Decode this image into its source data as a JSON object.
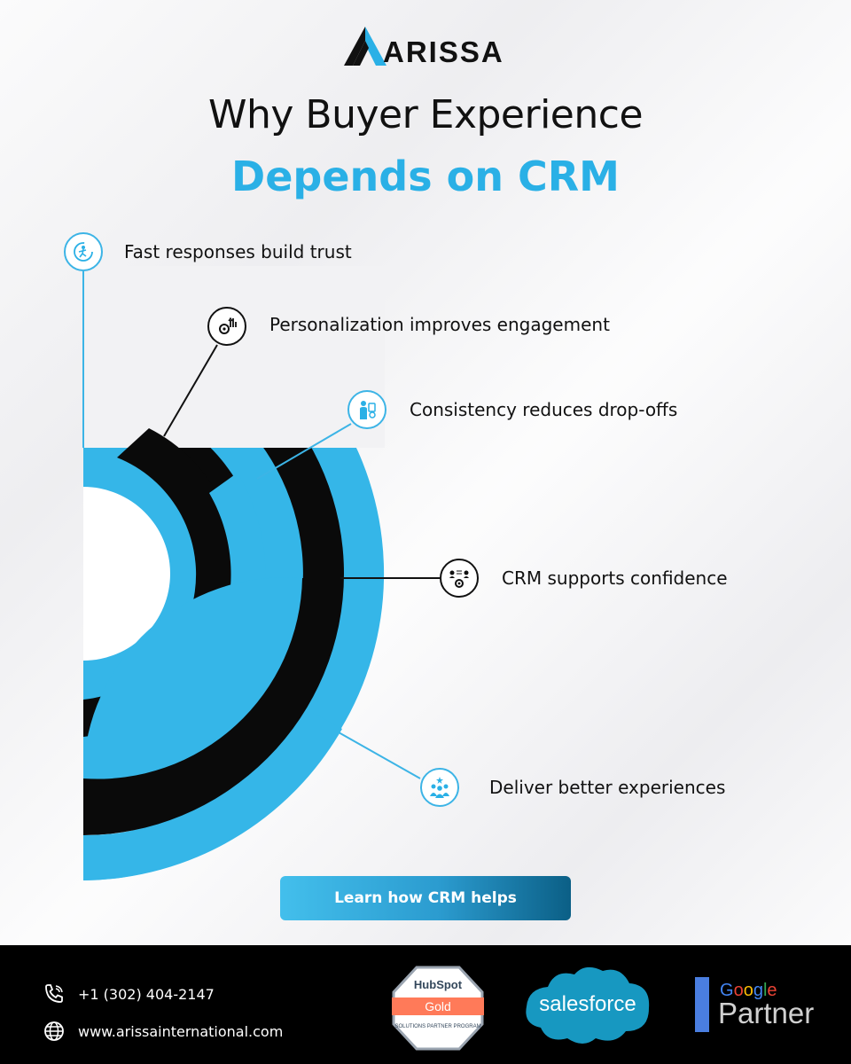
{
  "brand": {
    "name": "ARISSA",
    "accent": "#2ab0e6",
    "dark": "#000000"
  },
  "headline": {
    "line1": "Why Buyer Experience",
    "line2": "Depends on CRM"
  },
  "items": [
    {
      "label": "Fast responses build trust",
      "icon": "speed-timer-icon"
    },
    {
      "label": "Personalization improves engagement",
      "icon": "gear-growth-icon"
    },
    {
      "label": "Consistency reduces drop-offs",
      "icon": "person-settings-icon"
    },
    {
      "label": "CRM supports confidence",
      "icon": "network-gear-icon"
    },
    {
      "label": "Deliver better experiences",
      "icon": "team-stars-icon"
    }
  ],
  "cta": {
    "label": "Learn how CRM helps"
  },
  "footer": {
    "phone": "+1 (302) 404-2147",
    "website": "www.arissainternational.com",
    "hubspot": {
      "brand": "HubSpot",
      "tier": "Gold",
      "program": "SOLUTIONS PARTNER PROGRAM"
    },
    "salesforce": "salesforce",
    "google": {
      "brand": "Google",
      "label": "Partner"
    }
  }
}
